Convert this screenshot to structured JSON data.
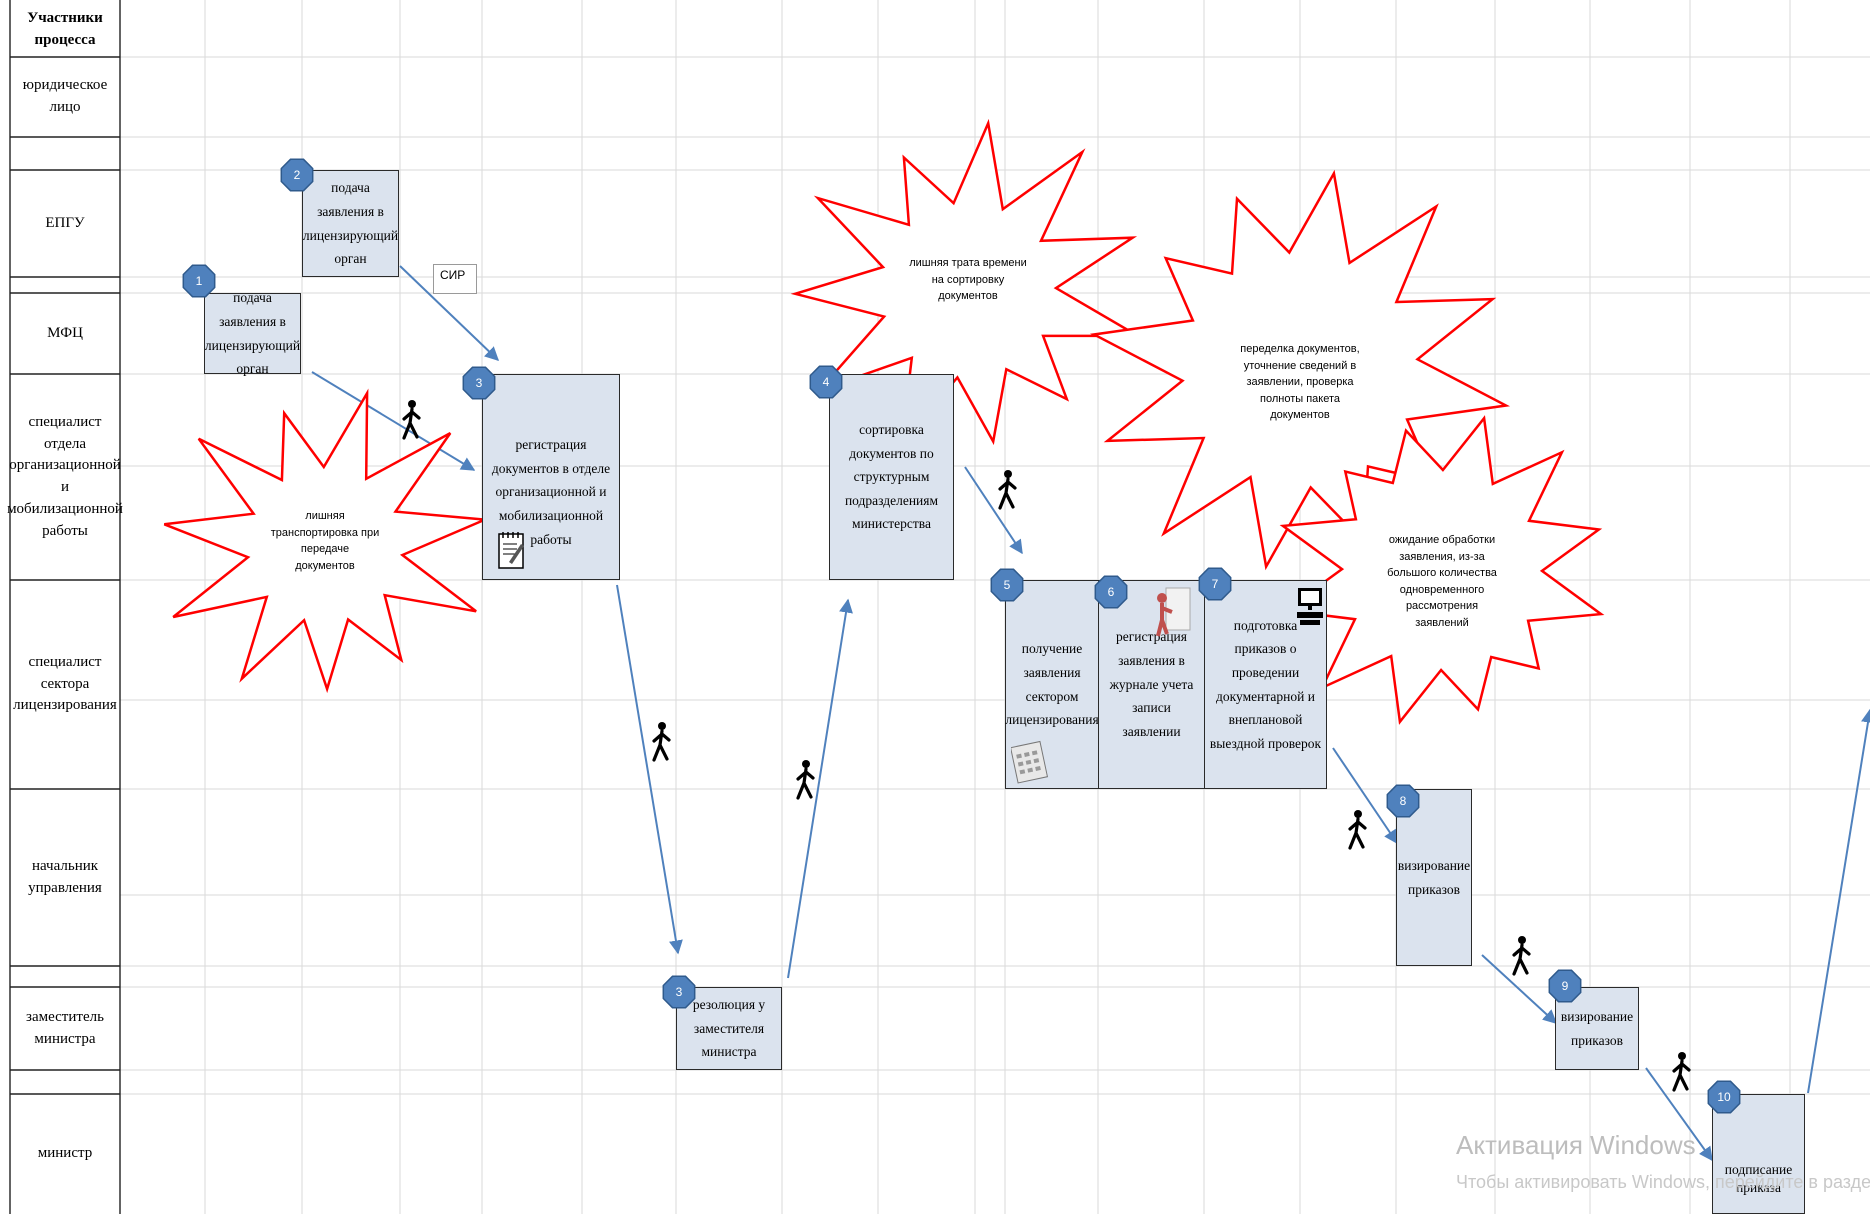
{
  "header": {
    "title": "Участники процесса"
  },
  "lanes": [
    "юридическое лицо",
    "ЕПГУ",
    "МФЦ",
    "специалист отдела организационной и мобилизационной работы",
    "специалист сектора лицензирования",
    "начальник управления",
    "заместитель министра",
    "министр"
  ],
  "steps": [
    {
      "number": "2",
      "label": "подача заявления в лицензирующий орган"
    },
    {
      "number": "1",
      "label": "подача заявления в лицензирующий орган"
    },
    {
      "number": "3",
      "label": "регистрация документов в отделе организационной и мобилизационной работы"
    },
    {
      "number": "3",
      "label": "резолюция у заместителя министра"
    },
    {
      "number": "4",
      "label": "сортировка документов по структурным подразделениям министерства"
    },
    {
      "number": "5",
      "label": "получение заявления сектором лицензирования"
    },
    {
      "number": "6",
      "label": "регистрация заявления в журнале учета записи заявлении"
    },
    {
      "number": "7",
      "label": "подготовка приказов о проведении документарной и внеплановой выездной проверок"
    },
    {
      "number": "8",
      "label": "визирование приказов"
    },
    {
      "number": "9",
      "label": "визирование приказов"
    },
    {
      "number": "10",
      "label": "подписание приказа"
    }
  ],
  "tag": "СИР",
  "bursts": [
    "лишняя транспортировка при передаче документов",
    "лишняя трата времени на сортировку документов",
    "переделка документов, уточнение сведений в заявлении, проверка полноты пакета документов",
    "ожидание обработки заявления, из-за большого количества одновременного рассмотрения заявлений"
  ],
  "icons": [
    "walking-person-icon",
    "notepad-icon",
    "calculator-icon",
    "document-person-icon",
    "computer-icon"
  ],
  "colors": {
    "box_fill": "#dbe3ee",
    "badge_fill": "#4f81bd",
    "arrow": "#4f81bd",
    "burst_stroke": "#ff0000"
  },
  "watermark": {
    "title": "Активация Windows",
    "subtitle": "Чтобы активировать Windows, перейдите в раздел \"Пар"
  }
}
